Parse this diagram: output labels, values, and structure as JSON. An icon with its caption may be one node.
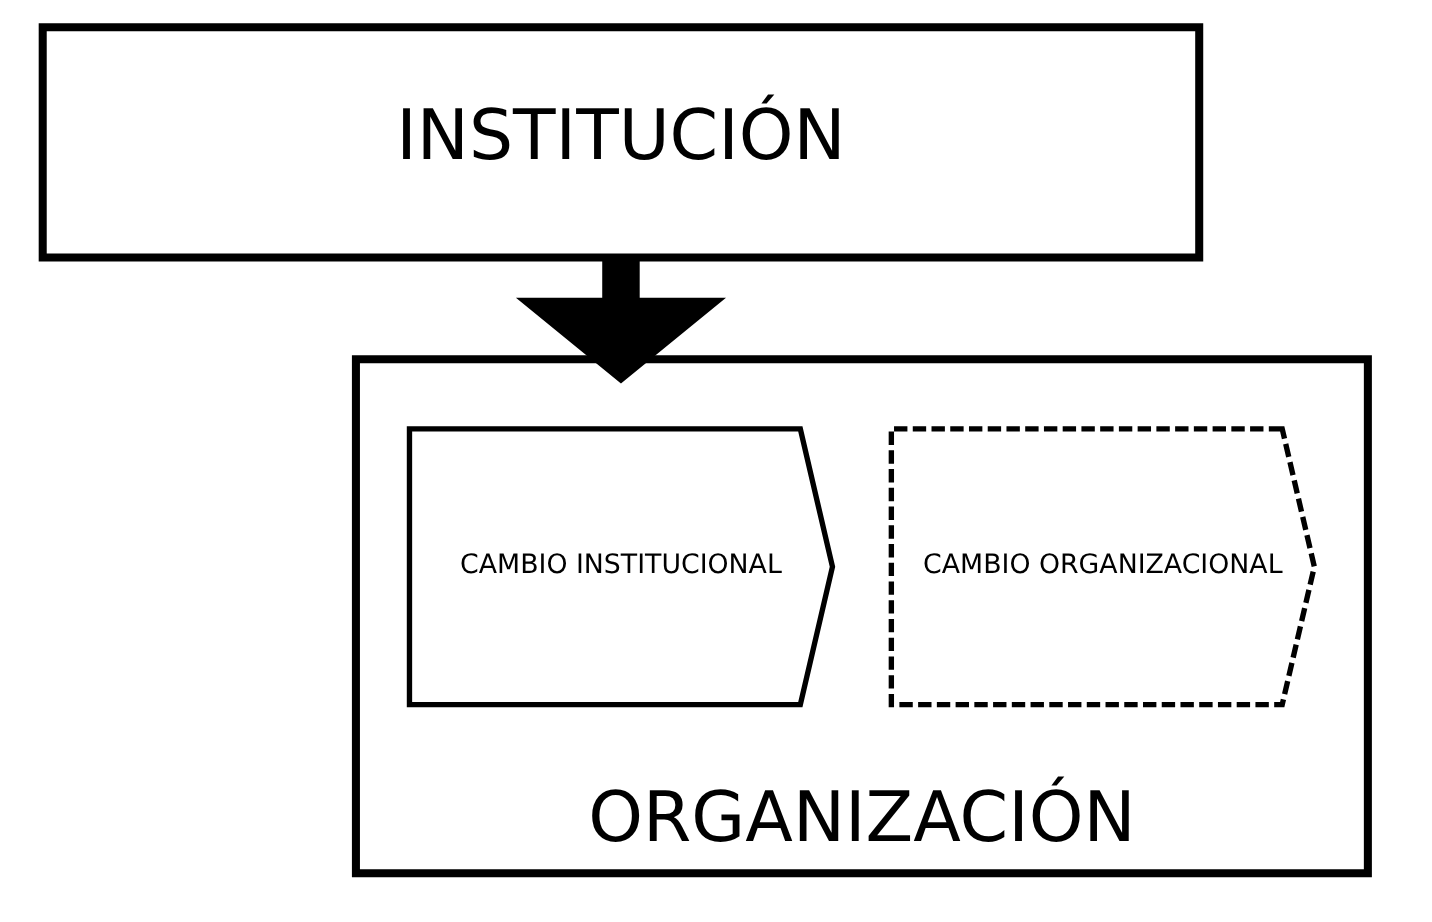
{
  "diagram": {
    "nodes": [
      {
        "text": [
          "INSTITUCIÓN"
        ]
      },
      {
        "text": [
          "ORGANIZACIÓN"
        ]
      },
      {
        "text": [
          "CAMBIO INSTITUCIONAL"
        ],
        "in": 1
      },
      {
        "text": [
          "CAMBIO ORGANIZACIONAL"
        ],
        "in": 1
      }
    ],
    "edges": [
      {
        "from": 0,
        "to": 1,
        "arrow": "to"
      }
    ]
  }
}
